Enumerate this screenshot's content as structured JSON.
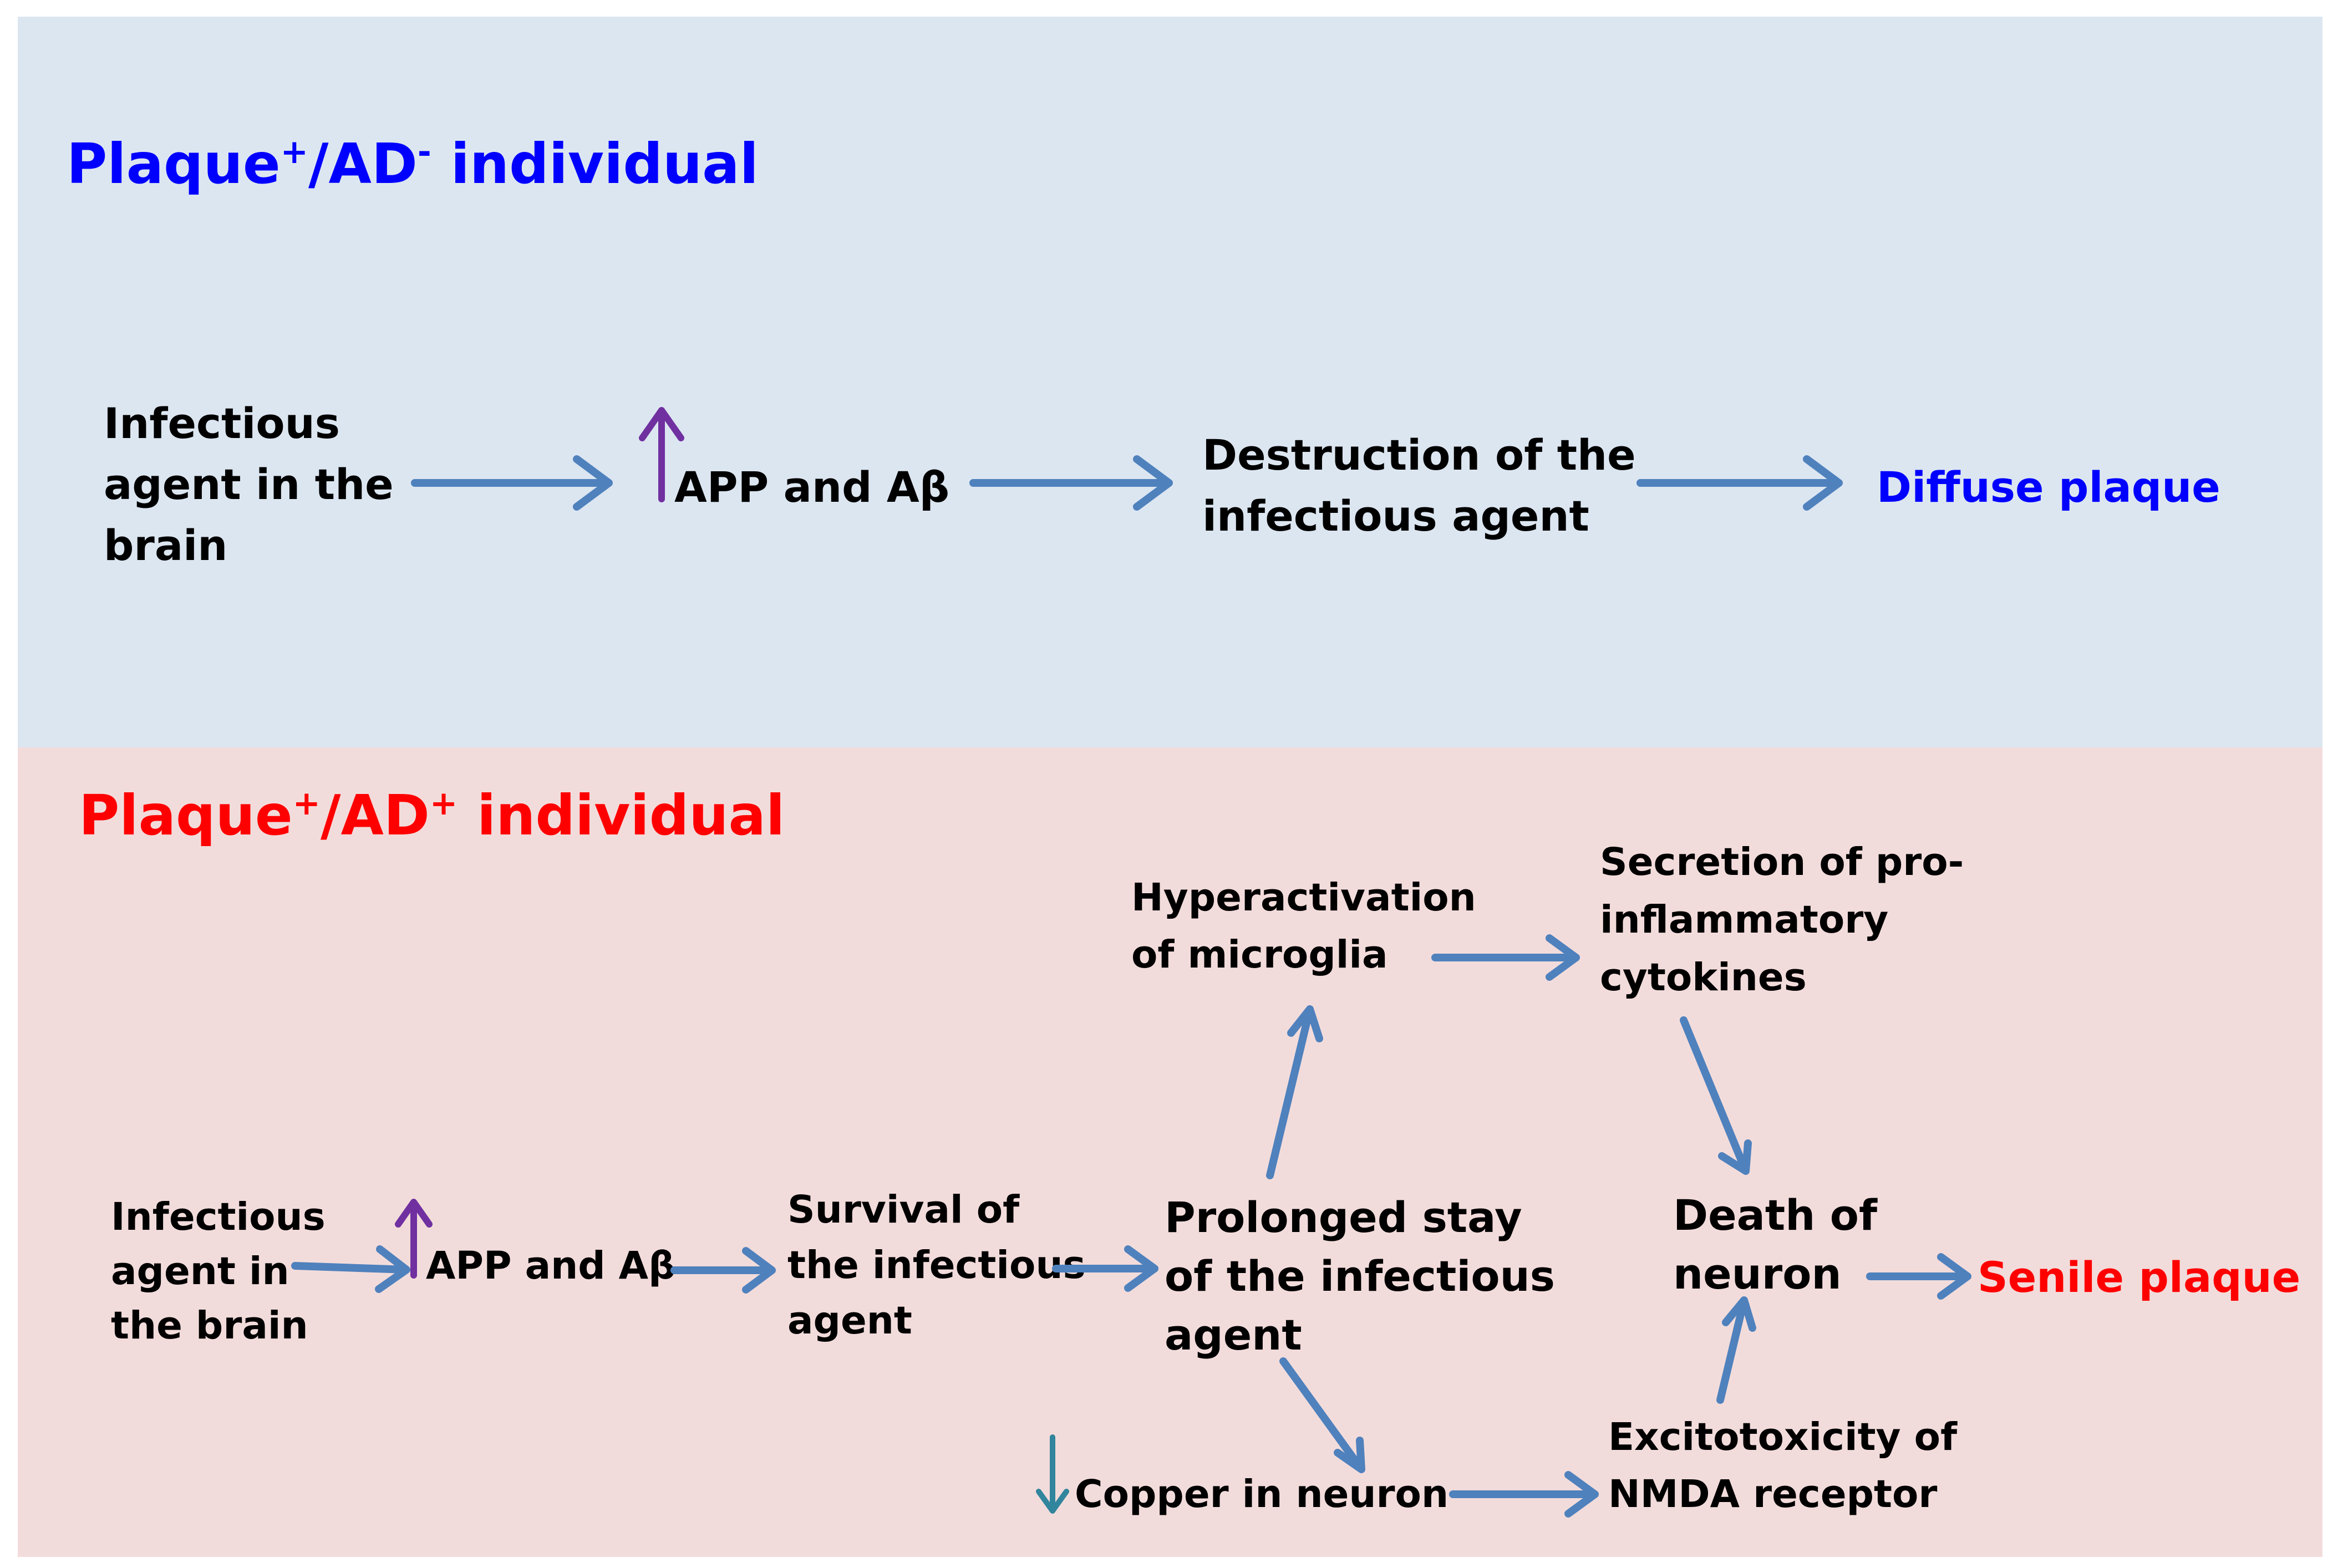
{
  "colors": {
    "top_panel_bg": "#dce6f1",
    "bottom_panel_bg": "#f2dcdb",
    "flow_arrow": "#4f81bd",
    "increase_arrow": "#7030a0",
    "decrease_arrow": "#31859c",
    "title_top": "#0000ff",
    "title_bottom": "#ff0000"
  },
  "top_panel": {
    "title": {
      "part1": "Plaque",
      "sup1": "+",
      "part2": "/AD",
      "sup2": "-",
      "part3": " individual"
    },
    "nodes": {
      "infectious_agent": [
        "Infectious",
        "agent in the",
        "brain"
      ],
      "app_abeta": "APP and Aβ",
      "destruction": [
        "Destruction of the",
        "infectious agent"
      ],
      "diffuse_plaque": "Diffuse plaque"
    },
    "icons": {
      "increase": "up-arrow-icon"
    }
  },
  "bottom_panel": {
    "title": {
      "part1": "Plaque",
      "sup1": "+",
      "part2": "/AD",
      "sup2": "+",
      "part3": " individual"
    },
    "nodes": {
      "infectious_agent": [
        "Infectious",
        "agent in",
        "the brain"
      ],
      "app_abeta": "APP and Aβ",
      "survival": [
        "Survival of",
        "the infectious",
        "agent"
      ],
      "prolonged_stay": [
        "Prolonged stay",
        "of the infectious",
        "agent"
      ],
      "hyperactivation": [
        "Hyperactivation",
        "of microglia"
      ],
      "secretion": [
        "Secretion of pro-",
        "inflammatory",
        "cytokines"
      ],
      "death": [
        "Death of",
        "neuron"
      ],
      "senile_plaque": "Senile plaque",
      "copper": "Copper in neuron",
      "excitotoxicity": [
        "Excitotoxicity of",
        "NMDA receptor"
      ]
    },
    "icons": {
      "increase": "up-arrow-icon",
      "decrease": "down-arrow-icon"
    }
  }
}
